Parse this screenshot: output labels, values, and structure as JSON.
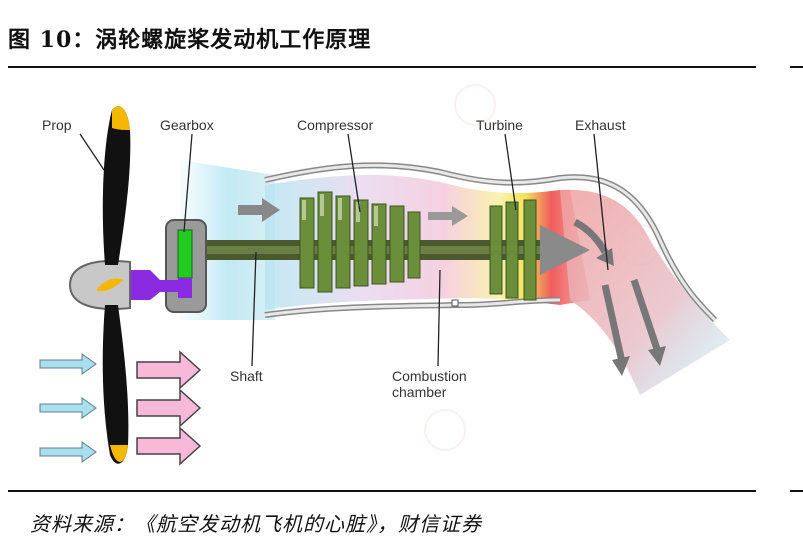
{
  "figure_title": "图 10：涡轮螺旋桨发动机工作原理",
  "source_text": "资料来源：《航空发动机飞机的心脏》，财信证券",
  "labels": {
    "prop": "Prop",
    "gearbox": "Gearbox",
    "compressor": "Compressor",
    "turbine": "Turbine",
    "exhaust": "Exhaust",
    "shaft": "Shaft",
    "combustion_line1": "Combustion",
    "combustion_line2": "chamber"
  },
  "colors": {
    "propeller_blade": "#111111",
    "blade_tip": "#f5b800",
    "compressor_blades": "#6b8e3a",
    "gearbox_gear": "#22cc22",
    "shaft_purple": "#8a2be2",
    "intake_air": "#a8e0f0",
    "hot_gas": "#f08080"
  }
}
